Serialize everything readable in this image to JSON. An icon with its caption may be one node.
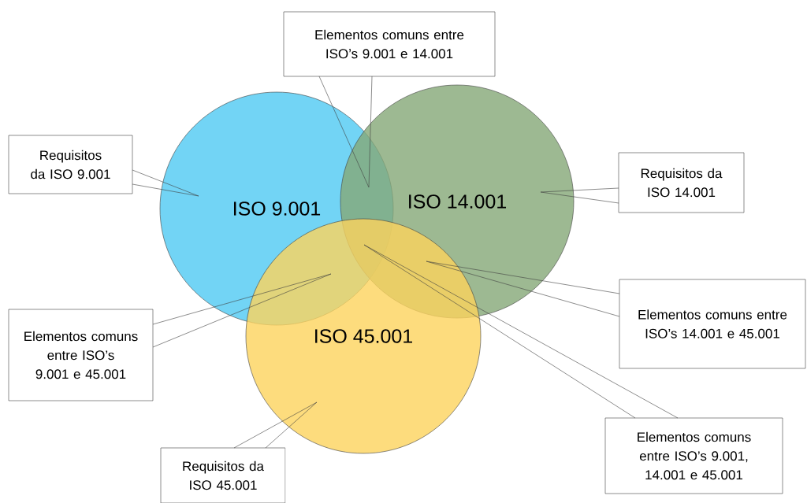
{
  "diagram": {
    "nodes": [
      {
        "text": [
          "ISO 9.001"
        ]
      },
      {
        "text": [
          "ISO 14.001"
        ]
      },
      {
        "text": [
          "ISO 45.001"
        ]
      },
      {
        "text": [
          "Requisitos da ISO 9.001"
        ]
      },
      {
        "text": [
          "Elementos comuns entre ISO’s 9.001 e 14.001"
        ]
      },
      {
        "text": [
          "Requisitos da ISO 14.001"
        ]
      },
      {
        "text": [
          "Elementos comuns entre ISO’s 9.001 e 45.001"
        ]
      },
      {
        "text": [
          "Elementos comuns entre ISO’s 14.001 e 45.001"
        ]
      },
      {
        "text": [
          "Requisitos da ISO 45.001"
        ]
      },
      {
        "text": [
          "Elementos comuns entre ISO’s 9.001, 14.001 e 45.001"
        ]
      }
    ],
    "edges": [
      {
        "from": 3,
        "to": 0,
        "arrow": "none"
      },
      {
        "from": 4,
        "to": null,
        "arrow": "none"
      },
      {
        "from": 5,
        "to": 1,
        "arrow": "none"
      },
      {
        "from": 6,
        "to": null,
        "arrow": "none"
      },
      {
        "from": 7,
        "to": null,
        "arrow": "none"
      },
      {
        "from": 8,
        "to": 2,
        "arrow": "none"
      },
      {
        "from": 9,
        "to": null,
        "arrow": "none"
      }
    ]
  }
}
